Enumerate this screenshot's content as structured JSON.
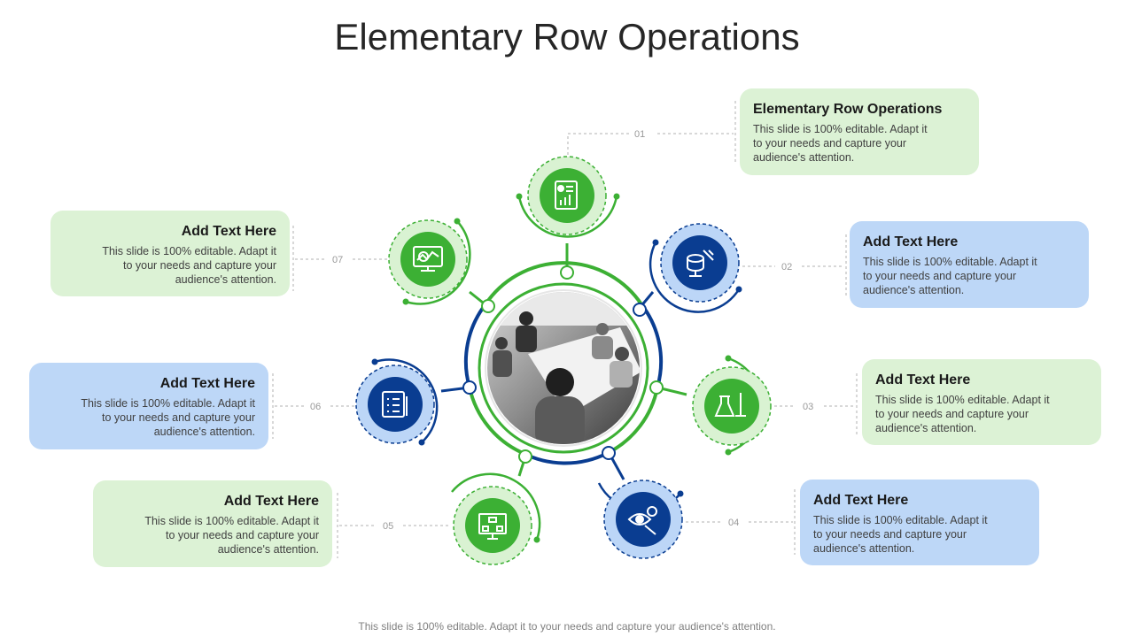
{
  "title": "Elementary Row Operations",
  "footer": "This slide is 100% editable. Adapt it to your needs and capture your audience's attention.",
  "colors": {
    "green": "#3cb034",
    "green_light": "#d9f2d2",
    "blue": "#0a3d91",
    "blue_light": "#bcd6f7"
  },
  "steps": [
    {
      "number": "01",
      "heading": "Elementary Row Operations",
      "text": "This slide is 100% editable. Adapt it to your needs and capture your audience's attention.",
      "icon": "report-chart-icon"
    },
    {
      "number": "02",
      "heading": "Add Text Here",
      "text": "This slide is 100% editable. Adapt it to your needs and capture your audience's attention.",
      "icon": "database-tools-icon"
    },
    {
      "number": "03",
      "heading": "Add Text Here",
      "text": "This slide is 100% editable. Adapt it to your needs and capture your audience's attention.",
      "icon": "lab-flask-icon"
    },
    {
      "number": "04",
      "heading": "Add Text Here",
      "text": "This slide is 100% editable. Adapt it to your needs and capture your audience's attention.",
      "icon": "eye-gear-icon"
    },
    {
      "number": "05",
      "heading": "Add Text Here",
      "text": "This slide is 100% editable. Adapt it to your needs and capture your audience's attention.",
      "icon": "flowchart-board-icon"
    },
    {
      "number": "06",
      "heading": "Add Text Here",
      "text": "This slide is 100% editable. Adapt it to your needs and capture your audience's attention.",
      "icon": "checklist-icon"
    },
    {
      "number": "07",
      "heading": "Add Text Here",
      "text": "This slide is 100% editable. Adapt it to your needs and capture your audience's attention.",
      "icon": "monitor-analytics-icon"
    }
  ]
}
